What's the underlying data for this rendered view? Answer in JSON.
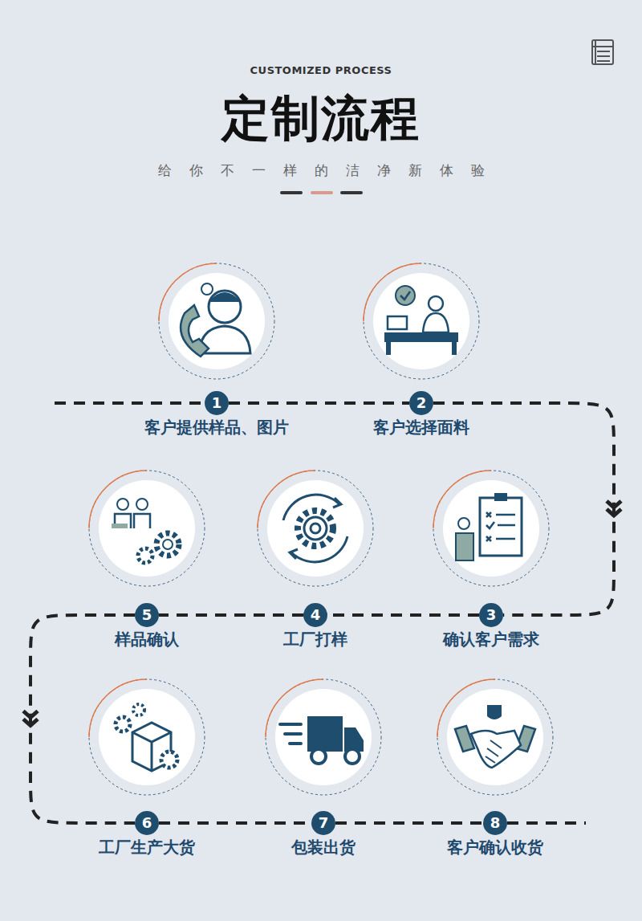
{
  "diagram": {
    "title": "定制流程",
    "nodes": [
      {
        "text": [
          "1",
          "客户提供样品、图片"
        ]
      },
      {
        "text": [
          "2",
          "客户选择面料"
        ]
      },
      {
        "text": [
          "3",
          "确认客户需求"
        ]
      },
      {
        "text": [
          "4",
          "工厂打样"
        ]
      },
      {
        "text": [
          "5",
          "样品确认"
        ]
      },
      {
        "text": [
          "6",
          "工厂生产大货"
        ]
      },
      {
        "text": [
          "7",
          "包装出货"
        ]
      },
      {
        "text": [
          "8",
          "客户确认收货"
        ]
      }
    ],
    "edges": [
      {
        "from": 0,
        "to": 1,
        "arrow": "none"
      },
      {
        "from": 1,
        "to": 2,
        "arrow": "to"
      },
      {
        "from": 2,
        "to": 3,
        "arrow": "none"
      },
      {
        "from": 3,
        "to": 4,
        "arrow": "none"
      },
      {
        "from": 4,
        "to": 5,
        "arrow": "to"
      },
      {
        "from": 5,
        "to": 6,
        "arrow": "none"
      },
      {
        "from": 6,
        "to": 7,
        "arrow": "none"
      }
    ],
    "labels": [
      "CUSTOMIZED PROCESS",
      "给你不一样的洁净新体验"
    ]
  }
}
